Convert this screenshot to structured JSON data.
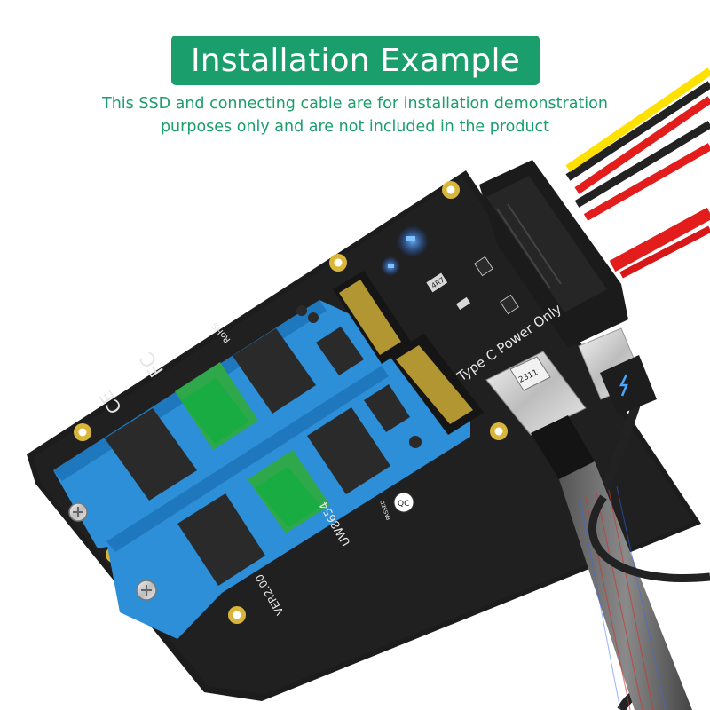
{
  "header": {
    "title": "Installation Example",
    "note_line1": "This SSD and connecting cable are for installation demonstration",
    "note_line2": "purposes only and are not included in the product"
  },
  "board": {
    "silkscreen_power": "Type C Power Only",
    "model": "UW8654",
    "version": "VER2.00",
    "rohs": "RoHS",
    "qc_mark": "QC",
    "qc_text": "PASSED",
    "cable_label": "2311",
    "cert_marks": [
      "FC",
      "CE"
    ],
    "chip_label": "4R7"
  },
  "colors": {
    "accent": "#1a9e6c",
    "pcb": "#1c1c1c",
    "ssd": "#2d8fd8",
    "cable_red": "#e31c1c",
    "cable_yellow": "#ffe100",
    "cable_black": "#222222"
  }
}
